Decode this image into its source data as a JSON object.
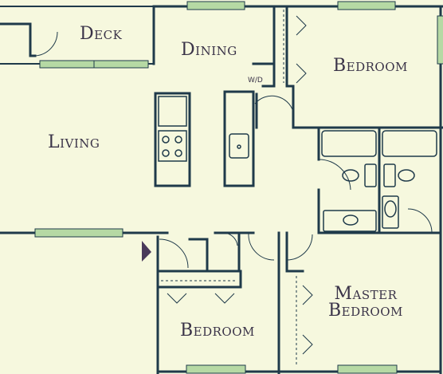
{
  "rooms": {
    "deck": "Deck",
    "dining": "Dining",
    "bedroom_top": "Bedroom",
    "living": "Living",
    "bedroom_bottom": "Bedroom",
    "master_line1": "Master",
    "master_line2": "Bedroom"
  },
  "fixtures": {
    "washer_dryer": "W/D"
  },
  "colors": {
    "background": "#f6f8de",
    "wall": "#1f3a4a",
    "window": "#b6d9a4",
    "text": "#3a3348",
    "entry_arrow": "#4a3a5a"
  },
  "icons": {
    "entry": "entry-arrow-icon"
  }
}
